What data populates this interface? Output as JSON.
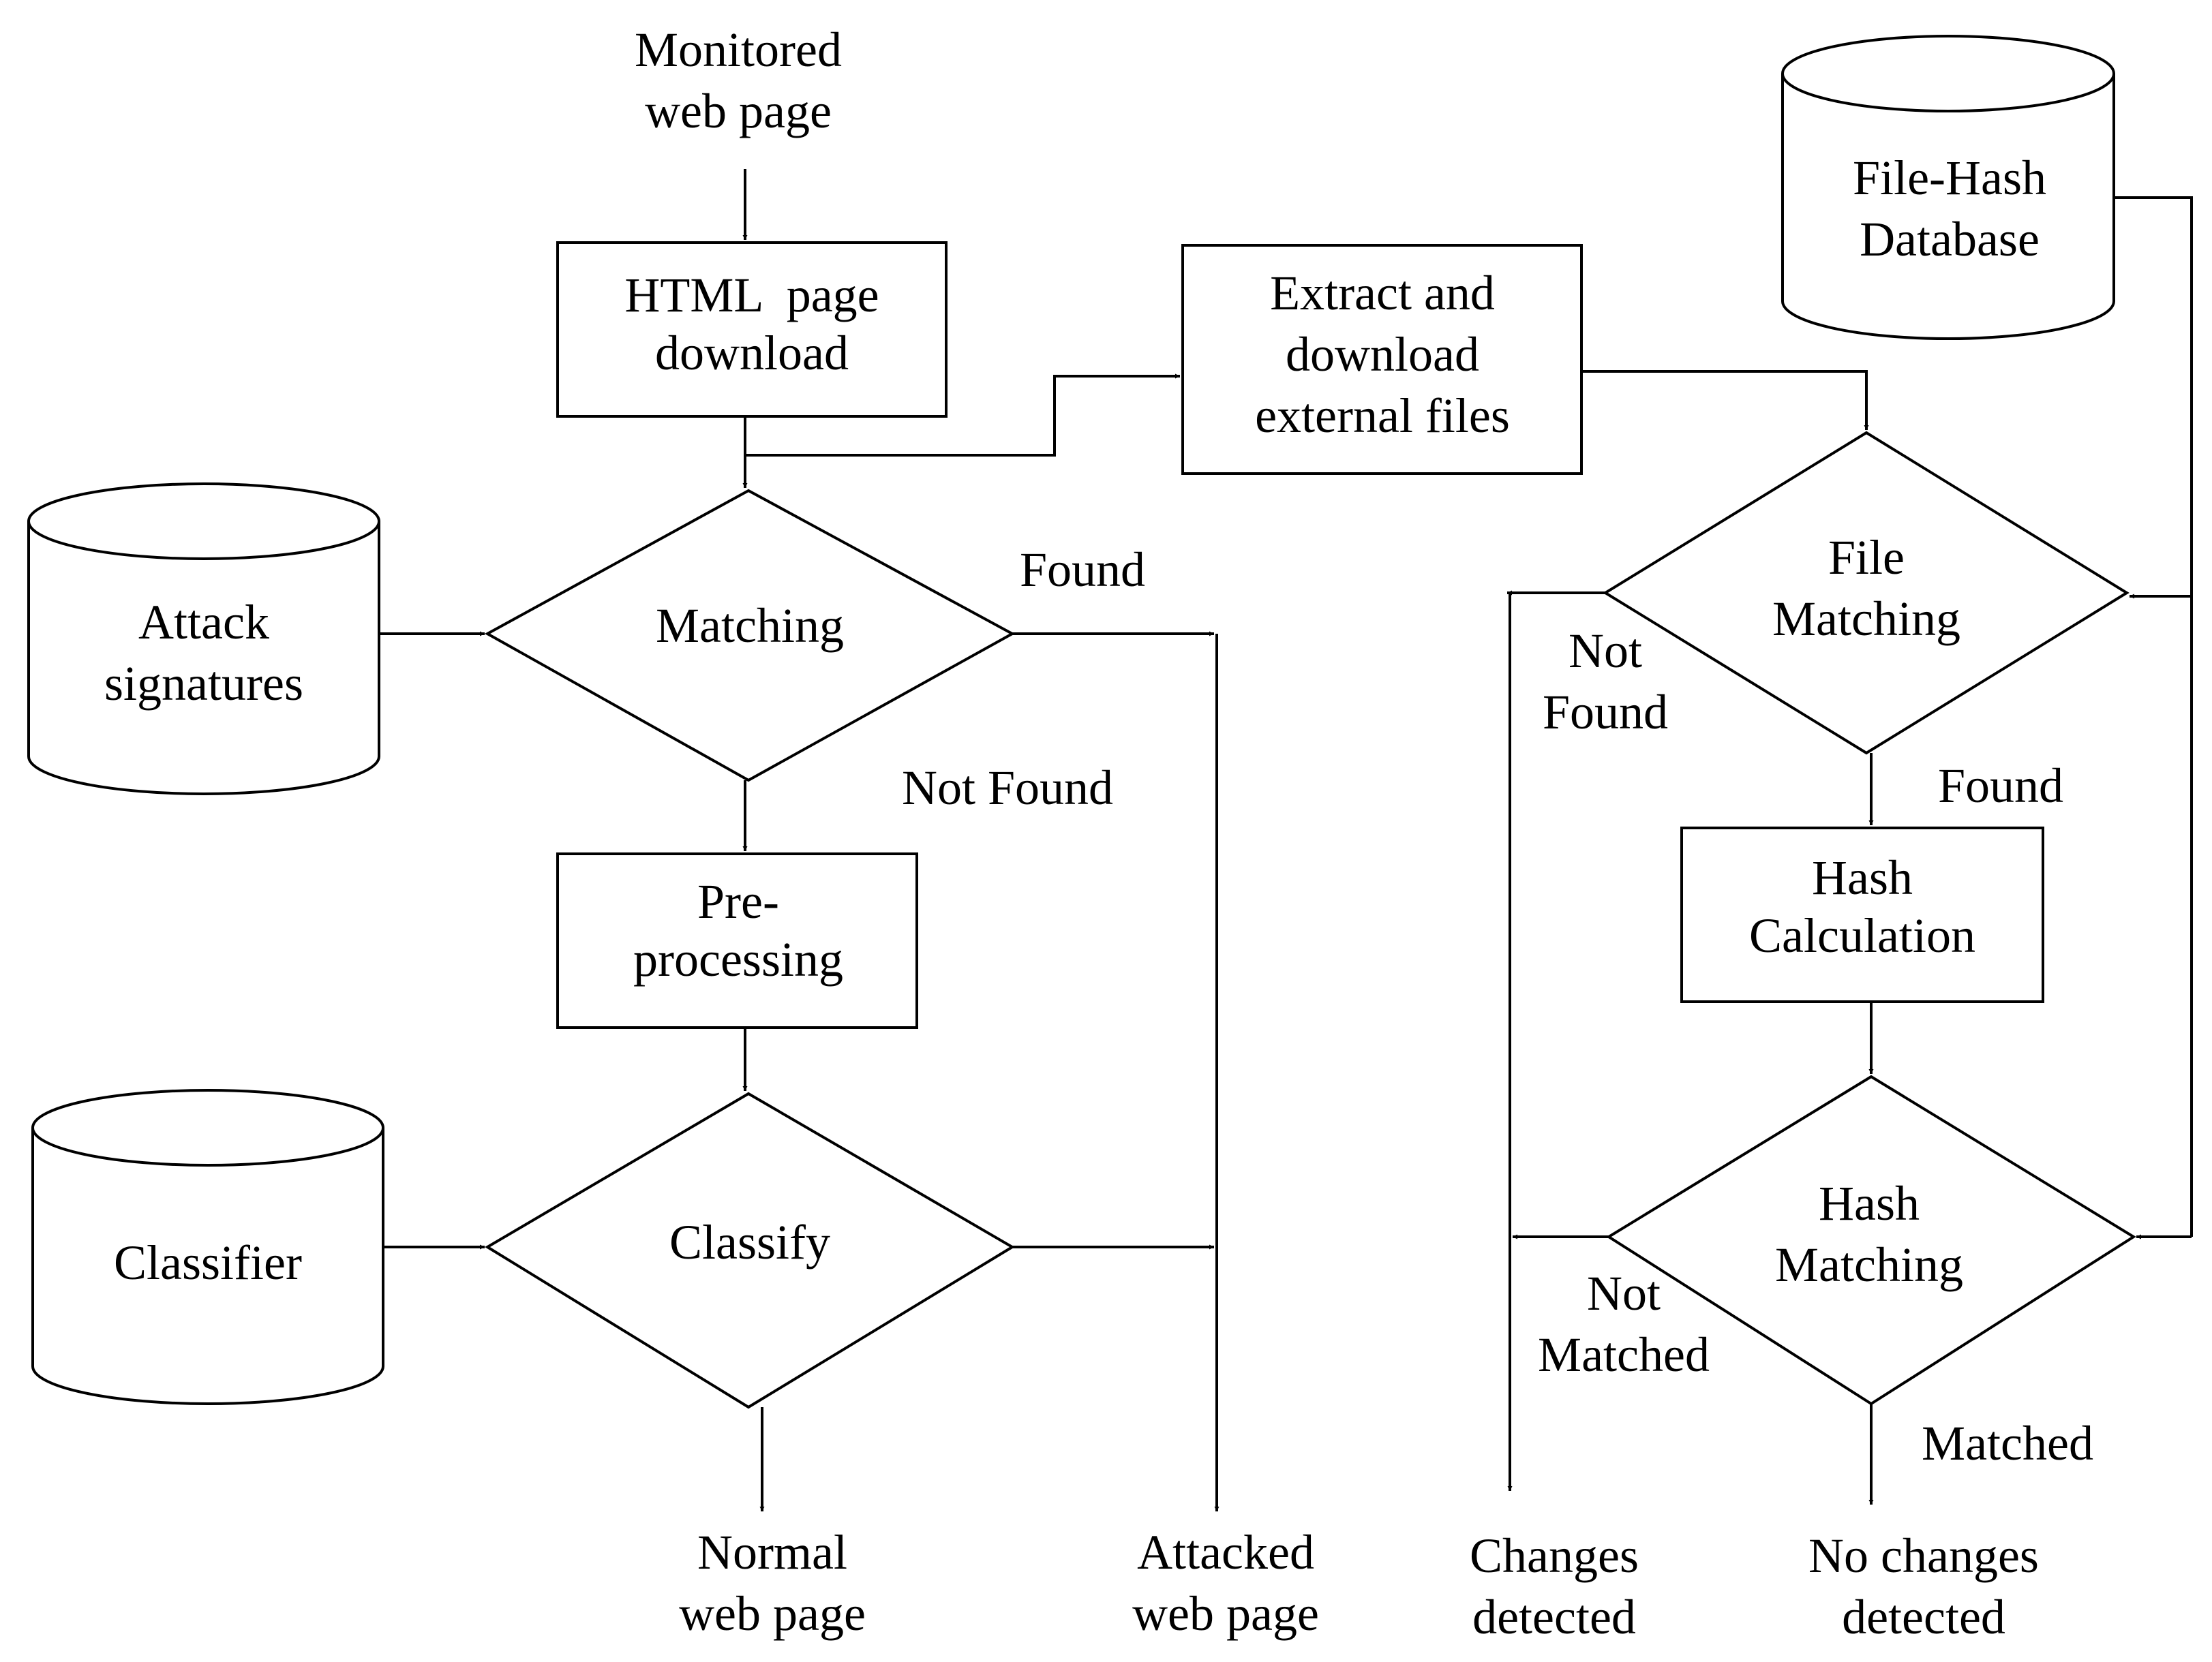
{
  "nodes": {
    "monitored": [
      "Monitored",
      "web page"
    ],
    "html_download": [
      "HTML  page",
      "download"
    ],
    "extract": [
      "Extract and",
      "download",
      "external files"
    ],
    "file_hash_db": [
      "File-Hash",
      "Database"
    ],
    "attack_sig": [
      "Attack",
      "signatures"
    ],
    "matching": [
      "Matching"
    ],
    "file_matching": [
      "File",
      "Matching"
    ],
    "preprocessing": [
      "Pre-",
      "processing"
    ],
    "hash_calc": [
      "Hash",
      "Calculation"
    ],
    "classifier": [
      "Classifier"
    ],
    "classify": [
      "Classify"
    ],
    "hash_matching": [
      "Hash",
      "Matching"
    ],
    "normal": [
      "Normal",
      "web page"
    ],
    "attacked": [
      "Attacked",
      "web page"
    ],
    "changes": [
      "Changes",
      "detected"
    ],
    "no_changes": [
      "No changes",
      "detected"
    ]
  },
  "edge_labels": {
    "matching_found": [
      "Found"
    ],
    "matching_not_found": [
      "Not Found"
    ],
    "file_not_found": [
      "Not",
      "Found"
    ],
    "file_found": [
      "Found"
    ],
    "hash_not_matched": [
      "Not",
      "Matched"
    ],
    "hash_matched": [
      "Matched"
    ]
  }
}
